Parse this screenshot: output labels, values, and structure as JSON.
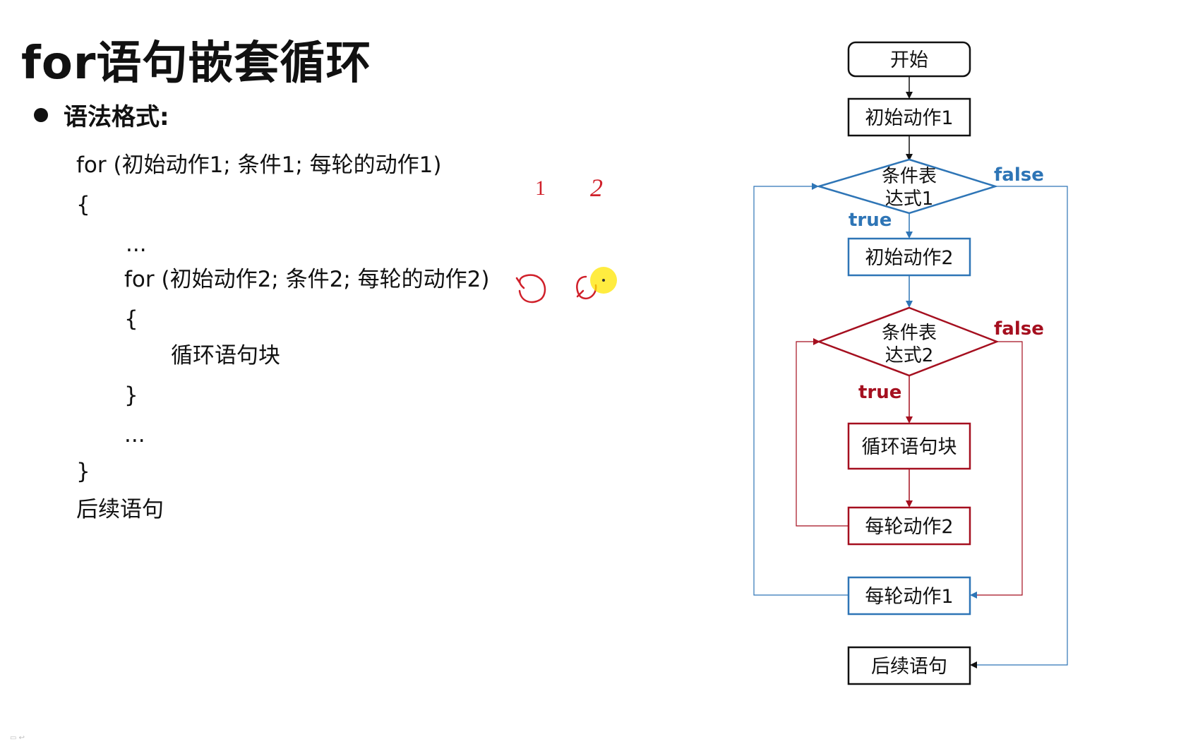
{
  "slide": {
    "title": "for语句嵌套循环",
    "bullet": "语法格式:"
  },
  "code": {
    "line1": "for (初始动作1; 条件1; 每轮的动作1)",
    "line2": "{",
    "line3": "...",
    "line4": "for (初始动作2; 条件2; 每轮的动作2)",
    "line5": "{",
    "line6": "循环语句块",
    "line7": "}",
    "line8": "...",
    "line9": "}",
    "line10": "后续语句"
  },
  "annotations": {
    "mark1": "1",
    "mark2": "2"
  },
  "flowchart": {
    "start": "开始",
    "init1": "初始动作1",
    "cond1_line1": "条件表",
    "cond1_line2": "达式1",
    "cond1_false": "false",
    "cond1_true": "true",
    "init2": "初始动作2",
    "cond2_line1": "条件表",
    "cond2_line2": "达式2",
    "cond2_false": "false",
    "cond2_true": "true",
    "body": "循环语句块",
    "step2": "每轮动作2",
    "step1": "每轮动作1",
    "next": "后续语句"
  },
  "colors": {
    "blue": "#2e75b6",
    "red": "#a50f1f",
    "black": "#111111",
    "ink_red": "#d0202a",
    "cursor_yellow": "#ffe600"
  }
}
